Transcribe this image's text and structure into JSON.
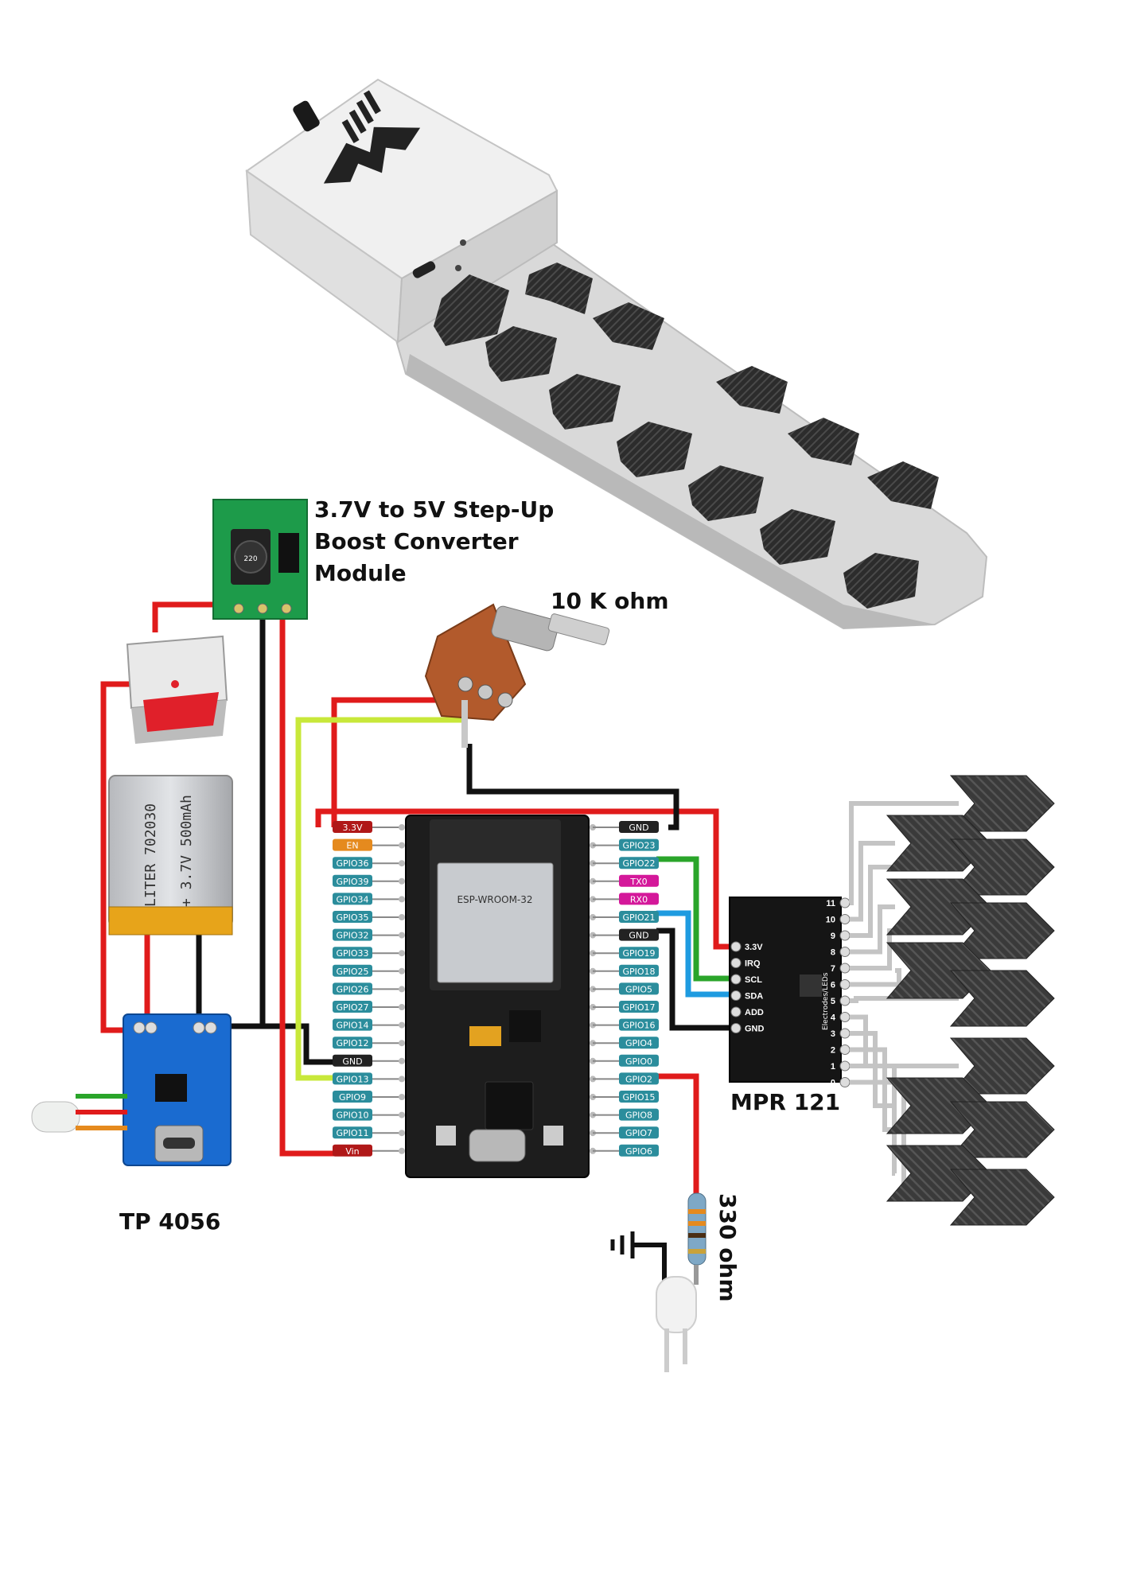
{
  "labels": {
    "boost": [
      "3.7V to 5V Step-Up",
      "Boost Converter",
      "Module"
    ],
    "pot": "10 K ohm",
    "mpr": "MPR 121",
    "tp": "TP 4056",
    "resistor": "330 ohm"
  },
  "esp32": {
    "module_brand": "ESP-WROOM-32",
    "left_pins": [
      "3.3V",
      "EN",
      "GPIO36",
      "GPIO39",
      "GPIO34",
      "GPIO35",
      "GPIO32",
      "GPIO33",
      "GPIO25",
      "GPIO26",
      "GPIO27",
      "GPIO14",
      "GPIO12",
      "GND",
      "GPIO13",
      "GPIO9",
      "GPIO10",
      "GPIO11",
      "Vin"
    ],
    "right_pins": [
      "GND",
      "GPIO23",
      "GPIO22",
      "TX0",
      "RX0",
      "GPIO21",
      "GND",
      "GPIO19",
      "GPIO18",
      "GPIO5",
      "GPIO17",
      "GPIO16",
      "GPIO4",
      "GPIO0",
      "GPIO2",
      "GPIO15",
      "GPIO8",
      "GPIO7",
      "GPIO6"
    ]
  },
  "mpr121": {
    "left_pins": [
      "3.3V",
      "IRQ",
      "SCL",
      "SDA",
      "ADD",
      "GND"
    ],
    "electrode_numbers": [
      "11",
      "10",
      "9",
      "8",
      "7",
      "6",
      "5",
      "4",
      "3",
      "2",
      "1",
      "0"
    ],
    "side_label": "Electrodes/LEDs"
  },
  "battery": {
    "line1": "LITER 702030",
    "line2": "+ 3.7V  500mAh"
  },
  "colors": {
    "red_wire": "#e01b1b",
    "black_wire": "#111111",
    "green_wire": "#2aa52a",
    "blue_wire": "#1e9be0",
    "lime_wire": "#c8e83a",
    "grey_wire": "#c4c4c4",
    "pin_teal": "#2b8d9c",
    "pin_red": "#b01818",
    "pin_orange": "#e58a1e",
    "pin_magenta": "#d4189a",
    "pin_black": "#222222"
  }
}
